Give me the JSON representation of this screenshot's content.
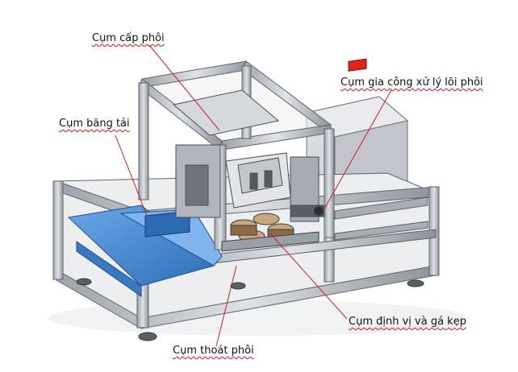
{
  "labels": {
    "feeder": "Cụm cấp phôi",
    "conveyor": "Cụm băng tải",
    "core_processing": "Cụm gia công xử lý lõi phôi",
    "locating_clamp": "Cụm định vị và gá kẹp",
    "discharge": "Cụm thoát phôi"
  },
  "colors": {
    "frame": "#b8bcc4",
    "frame_dark": "#7c8088",
    "panel": "#d7d9dd",
    "conveyor": "#4f8fd6",
    "leader": "#cc1f1f",
    "indicator": "#e2231a"
  }
}
